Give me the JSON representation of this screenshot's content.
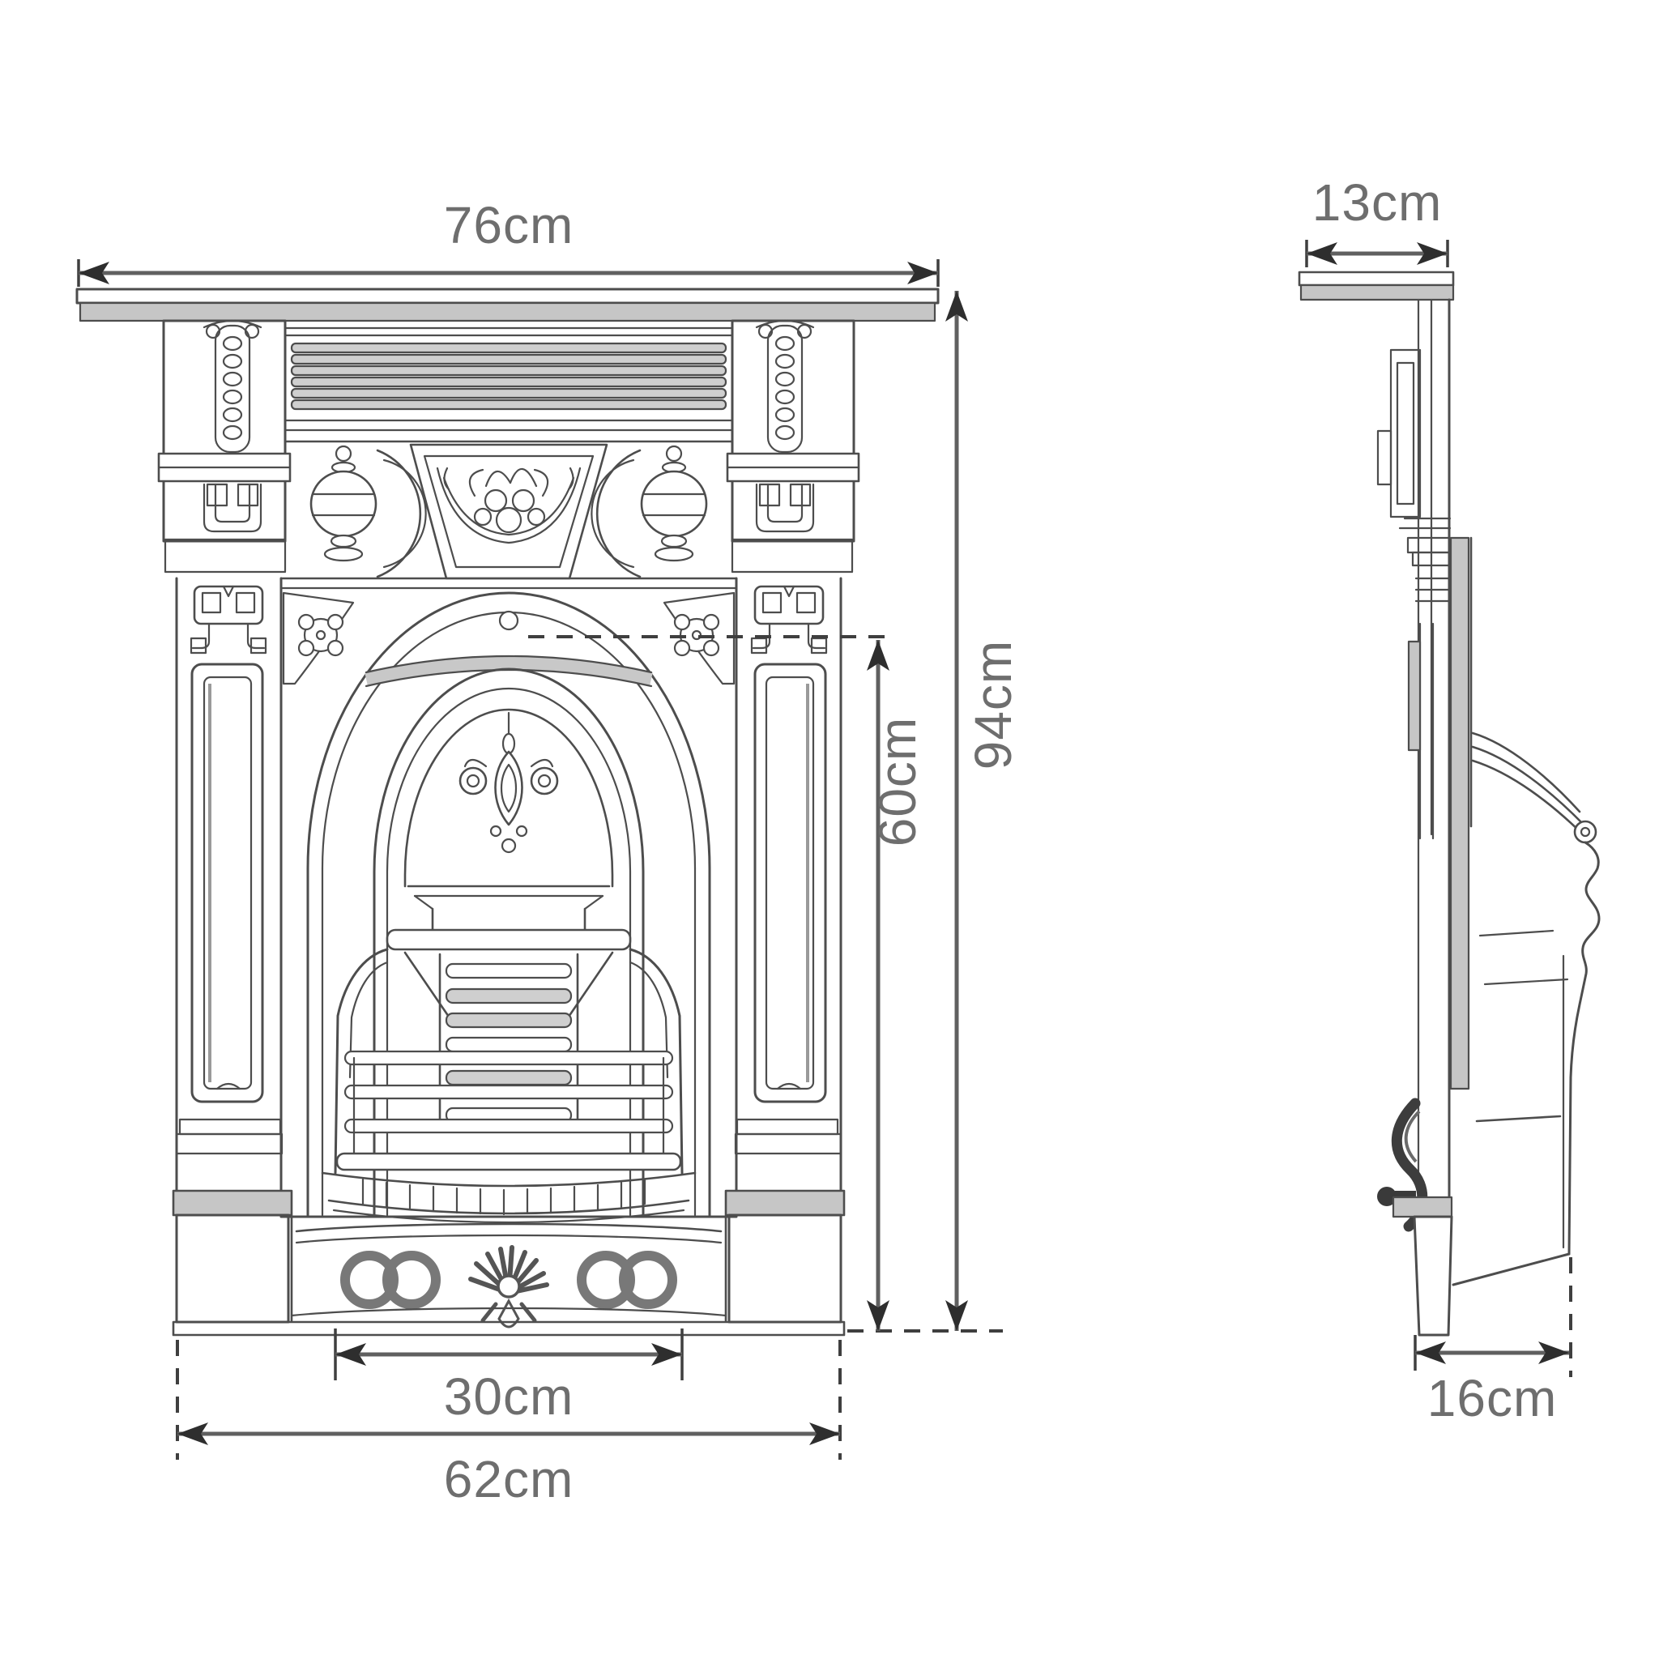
{
  "diagram": {
    "unit": "cm",
    "colors": {
      "line": "#4d4d4d",
      "dimension_line": "#606060",
      "arrowhead": "#2e2e2e",
      "label": "#6e6e6e",
      "shading": "#c6c6c6",
      "background": "#ffffff"
    },
    "front_view": {
      "dimensions": {
        "shelf_width": {
          "label": "76cm",
          "value": 76
        },
        "overall_height": {
          "label": "94cm",
          "value": 94
        },
        "opening_height": {
          "label": "60cm",
          "value": 60
        },
        "opening_width": {
          "label": "30cm",
          "value": 30
        },
        "base_width": {
          "label": "62cm",
          "value": 62
        }
      }
    },
    "side_view": {
      "dimensions": {
        "shelf_depth": {
          "label": "13cm",
          "value": 13
        },
        "base_depth": {
          "label": "16cm",
          "value": 16
        }
      }
    }
  }
}
